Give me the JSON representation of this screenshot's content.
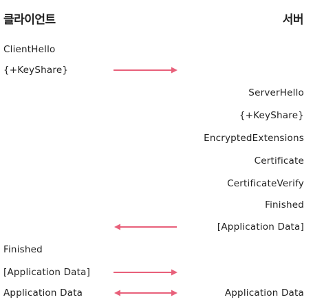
{
  "header": {
    "client": "클라이언트",
    "server": "서버"
  },
  "client_messages": [
    {
      "id": "client-hello",
      "text": "ClientHello"
    },
    {
      "id": "client-keyshare",
      "text": "{+KeyShare}"
    },
    {
      "id": "client-finished",
      "text": "Finished"
    },
    {
      "id": "client-app-data-1",
      "text": "[Application Data]"
    },
    {
      "id": "client-app-data-2",
      "text": "Application Data"
    }
  ],
  "server_messages": [
    {
      "id": "server-hello",
      "text": "ServerHello"
    },
    {
      "id": "server-keyshare",
      "text": "{+KeyShare}"
    },
    {
      "id": "encrypted-extensions",
      "text": "EncryptedExtensions"
    },
    {
      "id": "certificate",
      "text": "Certificate"
    },
    {
      "id": "certificate-verify",
      "text": "CertificateVerify"
    },
    {
      "id": "server-finished",
      "text": "Finished"
    },
    {
      "id": "server-app-data-1",
      "text": "[Application Data]"
    },
    {
      "id": "server-app-data-2",
      "text": "Application Data"
    }
  ],
  "arrows": [
    {
      "id": "arrow-client-to-server-1",
      "direction": "right"
    },
    {
      "id": "arrow-server-to-client",
      "direction": "left"
    },
    {
      "id": "arrow-client-to-server-2",
      "direction": "right"
    },
    {
      "id": "arrow-bidirectional",
      "direction": "both"
    }
  ],
  "colors": {
    "arrow": "#e8607a",
    "text": "#222222"
  }
}
